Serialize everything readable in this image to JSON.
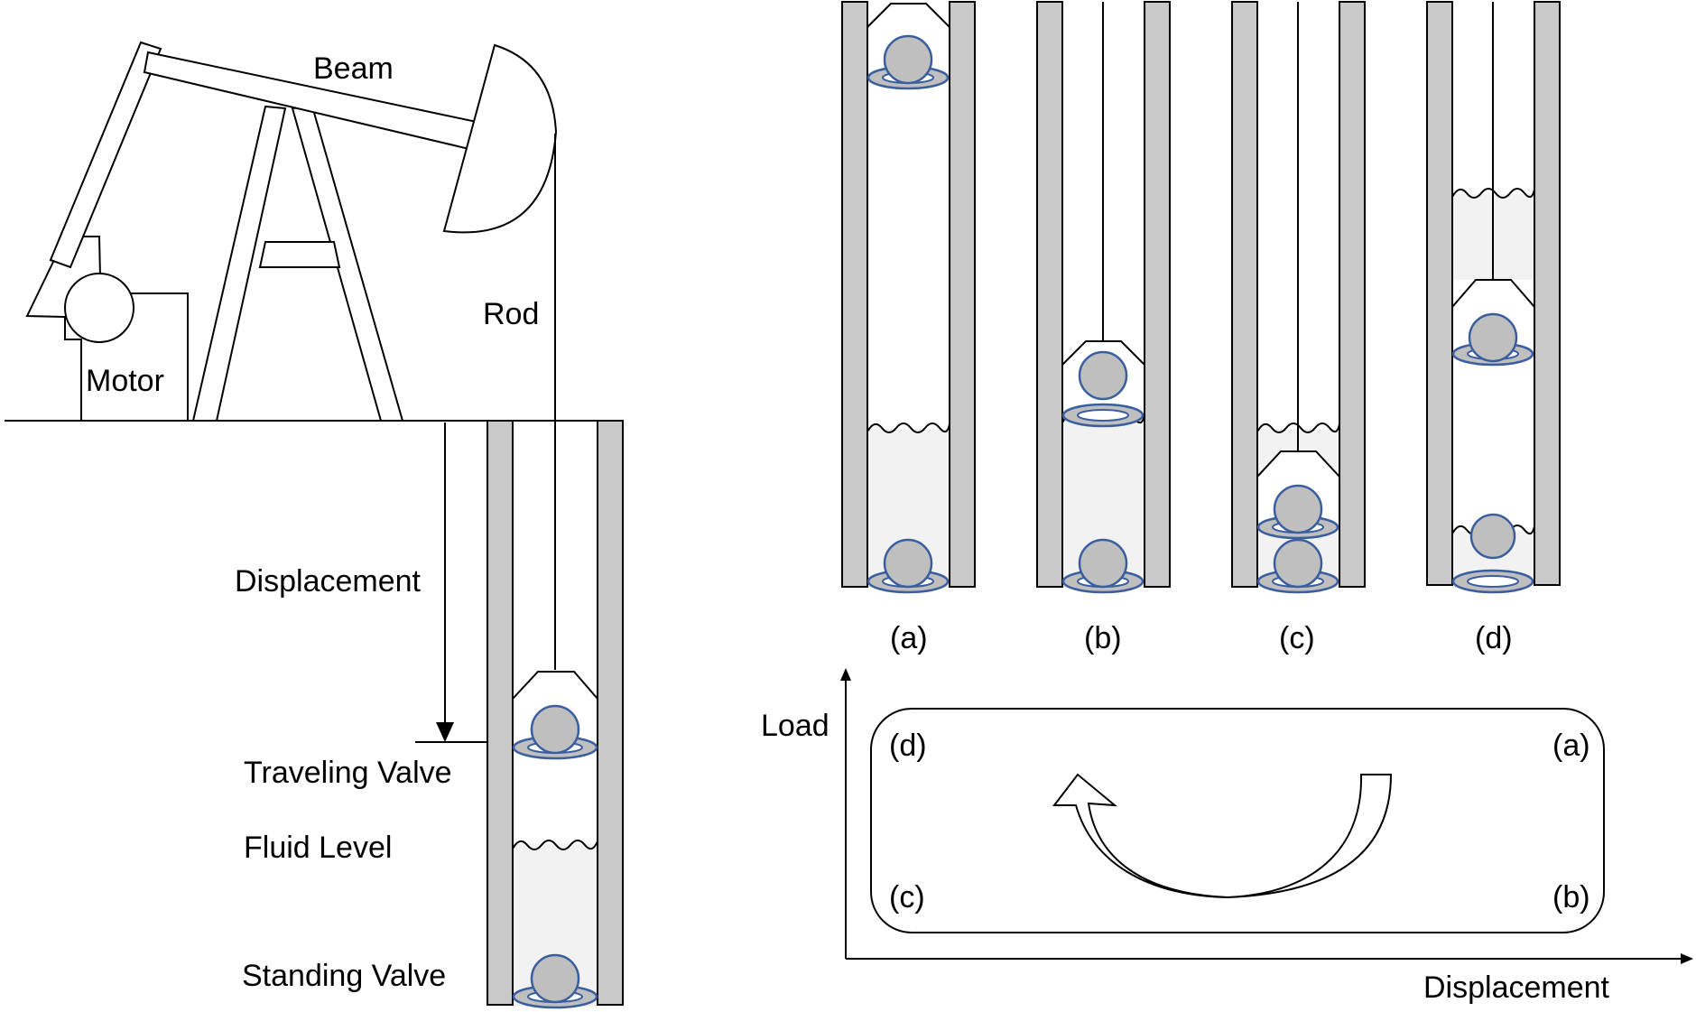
{
  "pumpjack": {
    "beam_label": "Beam",
    "rod_label": "Rod",
    "motor_label": "Motor",
    "displacement_label": "Displacement",
    "traveling_valve_label": "Traveling Valve",
    "fluid_level_label": "Fluid Level",
    "standing_valve_label": "Standing Valve"
  },
  "stages": [
    {
      "label": "(a)"
    },
    {
      "label": "(b)"
    },
    {
      "label": "(c)"
    },
    {
      "label": "(d)"
    }
  ],
  "card": {
    "y_axis_label": "Load",
    "x_axis_label": "Displacement",
    "corner_top_left": "(d)",
    "corner_top_right": "(a)",
    "corner_bottom_left": "(c)",
    "corner_bottom_right": "(b)"
  },
  "colors": {
    "wall": "#c8c8c8",
    "fluid": "#f2f2f2",
    "valve_ball": "#bfbfbf",
    "valve_outline": "#3a5ea0"
  }
}
